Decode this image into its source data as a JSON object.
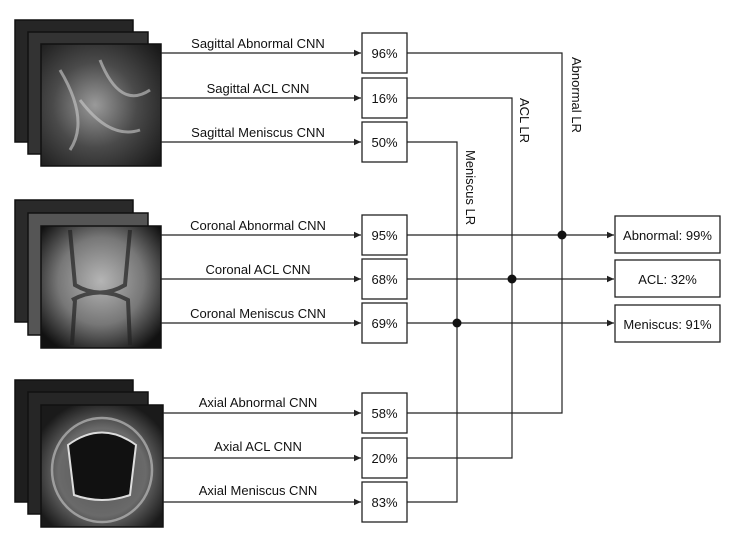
{
  "cnns": [
    {
      "label": "Sagittal Abnormal CNN",
      "value": "96%"
    },
    {
      "label": "Sagittal ACL CNN",
      "value": "16%"
    },
    {
      "label": "Sagittal Meniscus CNN",
      "value": "50%"
    },
    {
      "label": "Coronal Abnormal CNN",
      "value": "95%"
    },
    {
      "label": "Coronal ACL CNN",
      "value": "68%"
    },
    {
      "label": "Coronal Meniscus CNN",
      "value": "69%"
    },
    {
      "label": "Axial Abnormal CNN",
      "value": "58%"
    },
    {
      "label": "Axial ACL CNN",
      "value": "20%"
    },
    {
      "label": "Axial Meniscus CNN",
      "value": "83%"
    }
  ],
  "regressions": {
    "meniscus": "Meniscus LR",
    "acl": "ACL LR",
    "abnormal": "Abnormal LR"
  },
  "outputs": {
    "abnormal": "Abnormal: 99%",
    "acl": "ACL: 32%",
    "meniscus": "Meniscus: 91%"
  }
}
